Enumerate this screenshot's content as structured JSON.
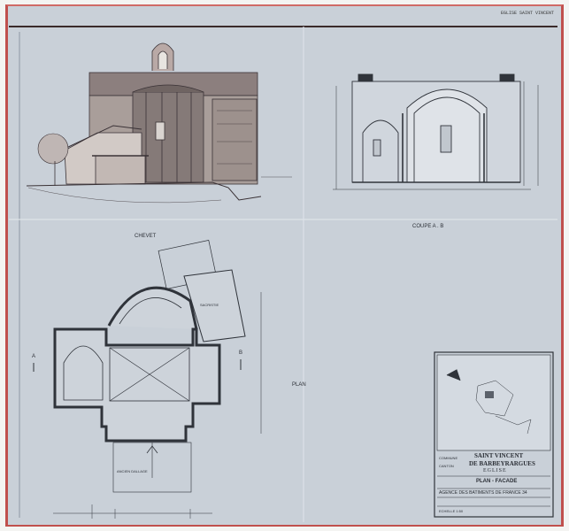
{
  "drawing": {
    "stamp": "EGLISE SAINT VINCENT",
    "chevet_label": "CHEVET",
    "coupe_label": "COUPE  A . B",
    "plan_label": "PLAN",
    "section_marker_a": "A",
    "section_marker_b": "B",
    "sacristie": "SACRISTIE",
    "ancien_dallage": "ANCIEN DALLAGE"
  },
  "cartouche": {
    "commune": "COMMUNE",
    "canton": "CANTON",
    "title_line1": "SAINT VINCENT",
    "title_line2": "DE BARBEYRARGUES",
    "title_line3": "EGLISE",
    "subtitle": "PLAN - FACADE",
    "agency": "AGENCE DES BATIMENTS DE FRANCE 34",
    "echelle": "ECHELLE 1:50"
  },
  "colors": {
    "paper": "#c9d0d8",
    "ink": "#2b2f36",
    "border": "#c0504d"
  }
}
